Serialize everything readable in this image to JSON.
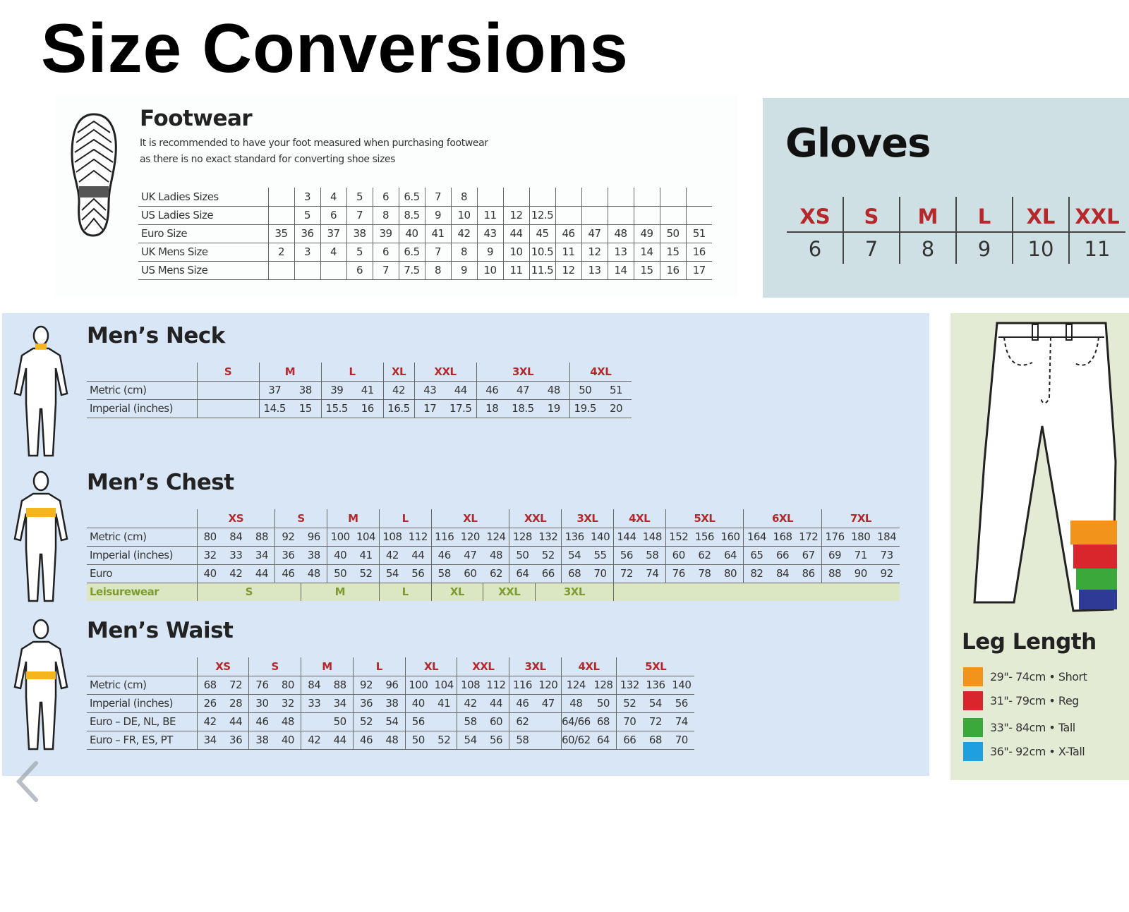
{
  "title": "Size Conversions",
  "footwear": {
    "title": "Footwear",
    "note_line1": "It is recommended to have your foot measured when purchasing footwear",
    "note_line2": "as there is no exact standard for converting shoe sizes",
    "rows": [
      {
        "label": "UK Ladies Sizes",
        "values": [
          "",
          "3",
          "4",
          "5",
          "6",
          "6.5",
          "7",
          "8",
          "",
          "",
          "",
          "",
          "",
          "",
          "",
          "",
          ""
        ]
      },
      {
        "label": "US Ladies Size",
        "values": [
          "",
          "5",
          "6",
          "7",
          "8",
          "8.5",
          "9",
          "10",
          "11",
          "12",
          "12.5",
          "",
          "",
          "",
          "",
          "",
          ""
        ]
      },
      {
        "label": "Euro Size",
        "values": [
          "35",
          "36",
          "37",
          "38",
          "39",
          "40",
          "41",
          "42",
          "43",
          "44",
          "45",
          "46",
          "47",
          "48",
          "49",
          "50",
          "51"
        ]
      },
      {
        "label": "UK Mens Size",
        "values": [
          "2",
          "3",
          "4",
          "5",
          "6",
          "6.5",
          "7",
          "8",
          "9",
          "10",
          "10.5",
          "11",
          "12",
          "13",
          "14",
          "15",
          "16"
        ]
      },
      {
        "label": "US Mens Size",
        "values": [
          "",
          "",
          "",
          "6",
          "7",
          "7.5",
          "8",
          "9",
          "10",
          "11",
          "11.5",
          "12",
          "13",
          "14",
          "15",
          "16",
          "17"
        ]
      }
    ]
  },
  "gloves": {
    "title": "Gloves",
    "sizes": [
      "XS",
      "S",
      "M",
      "L",
      "XL",
      "XXL"
    ],
    "values": [
      "6",
      "7",
      "8",
      "9",
      "10",
      "11"
    ]
  },
  "neck": {
    "title": "Men’s Neck",
    "header": [
      "S",
      "M",
      "L",
      "XL",
      "XXL",
      "3XL",
      "4XL"
    ],
    "rows": [
      {
        "label": "Metric  (cm)",
        "values": [
          "37",
          "38",
          "39",
          "41",
          "42",
          "43",
          "44",
          "46",
          "47",
          "48",
          "50",
          "51"
        ]
      },
      {
        "label": "Imperial (inches)",
        "values": [
          "14.5",
          "15",
          "15.5",
          "16",
          "16.5",
          "17",
          "17.5",
          "18",
          "18.5",
          "19",
          "19.5",
          "20"
        ]
      }
    ]
  },
  "chest": {
    "title": "Men’s Chest",
    "header": [
      "XS",
      "S",
      "M",
      "L",
      "XL",
      "XXL",
      "3XL",
      "4XL",
      "5XL",
      "6XL",
      "7XL"
    ],
    "rows": [
      {
        "label": "Metric  (cm)",
        "values": [
          "80",
          "84",
          "88",
          "92",
          "96",
          "100",
          "104",
          "108",
          "112",
          "116",
          "120",
          "124",
          "128",
          "132",
          "136",
          "140",
          "144",
          "148",
          "152",
          "156",
          "160",
          "164",
          "168",
          "172",
          "176",
          "180",
          "184"
        ]
      },
      {
        "label": "Imperial (inches)",
        "values": [
          "32",
          "33",
          "34",
          "36",
          "38",
          "40",
          "41",
          "42",
          "44",
          "46",
          "47",
          "48",
          "50",
          "52",
          "54",
          "55",
          "56",
          "58",
          "60",
          "62",
          "64",
          "65",
          "66",
          "67",
          "69",
          "71",
          "73"
        ]
      },
      {
        "label": "Euro",
        "values": [
          "40",
          "42",
          "44",
          "46",
          "48",
          "50",
          "52",
          "54",
          "56",
          "58",
          "60",
          "62",
          "64",
          "66",
          "68",
          "70",
          "72",
          "74",
          "76",
          "78",
          "80",
          "82",
          "84",
          "86",
          "88",
          "90",
          "92"
        ]
      }
    ],
    "leisure_label": "Leisurewear",
    "leisure": [
      "S",
      "M",
      "L",
      "XL",
      "XXL",
      "3XL"
    ]
  },
  "waist": {
    "title": "Men’s Waist",
    "header": [
      "XS",
      "S",
      "M",
      "L",
      "XL",
      "XXL",
      "3XL",
      "4XL",
      "5XL"
    ],
    "rows": [
      {
        "label": "Metric  (cm)",
        "values": [
          "68",
          "72",
          "76",
          "80",
          "84",
          "88",
          "92",
          "96",
          "100",
          "104",
          "108",
          "112",
          "116",
          "120",
          "124",
          "128",
          "132",
          "136",
          "140"
        ]
      },
      {
        "label": "Imperial (inches)",
        "values": [
          "26",
          "28",
          "30",
          "32",
          "33",
          "34",
          "36",
          "38",
          "40",
          "41",
          "42",
          "44",
          "46",
          "47",
          "48",
          "50",
          "52",
          "54",
          "56"
        ]
      },
      {
        "label": "Euro – DE, NL, BE",
        "values": [
          "42",
          "44",
          "46",
          "48",
          "",
          "50",
          "52",
          "54",
          "56",
          "",
          "58",
          "60",
          "62",
          "",
          "64/66",
          "68",
          "70",
          "72",
          "74"
        ]
      },
      {
        "label": "Euro – FR, ES, PT",
        "values": [
          "34",
          "36",
          "38",
          "40",
          "42",
          "44",
          "46",
          "48",
          "50",
          "52",
          "54",
          "56",
          "58",
          "",
          "60/62",
          "64",
          "66",
          "68",
          "70"
        ]
      }
    ]
  },
  "leg_length": {
    "title": "Leg Length",
    "items": [
      {
        "label": "29\"- 74cm • Short",
        "color": "#f2931c"
      },
      {
        "label": "31\"- 79cm • Reg",
        "color": "#d8262c"
      },
      {
        "label": "33\"- 84cm • Tall",
        "color": "#3aa83a"
      },
      {
        "label": "36\"- 92cm • X-Tall",
        "color": "#1e9fe0"
      }
    ]
  },
  "colors": {
    "size_header": "#b5282c",
    "leisure": "#7f9a2f",
    "body_panel": "#d9e6f5",
    "gloves_panel": "#cfe0e4",
    "leg_panel": "#e4ebd5",
    "highlight": "#f5b51c"
  }
}
